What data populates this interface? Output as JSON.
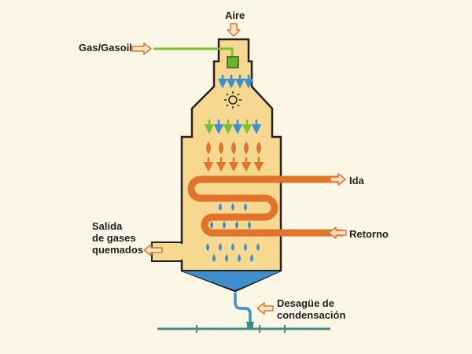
{
  "labels": {
    "air": "Aire",
    "fuel": "Gas/Gasoil",
    "flow": "Ida",
    "return": "Retorno",
    "flue_gas": [
      "Salida",
      "de gases",
      "quemados"
    ],
    "drain": [
      "Desagüe de",
      "condensación"
    ]
  },
  "colors": {
    "background": "#fbf6e6",
    "boiler_body": "#f6d890",
    "outline": "#222222",
    "heat_pipe": "#e0742a",
    "water": "#3f8fcf",
    "fuel_line": "#7cbe35",
    "drain_pipe": "#3d8c86",
    "label_arrow_fill": "#fbe3c8",
    "label_arrow_stroke": "#d9782c"
  },
  "icons": [
    "fan-icon",
    "flame-icon",
    "droplet-icon",
    "burner-nozzle-icon"
  ]
}
